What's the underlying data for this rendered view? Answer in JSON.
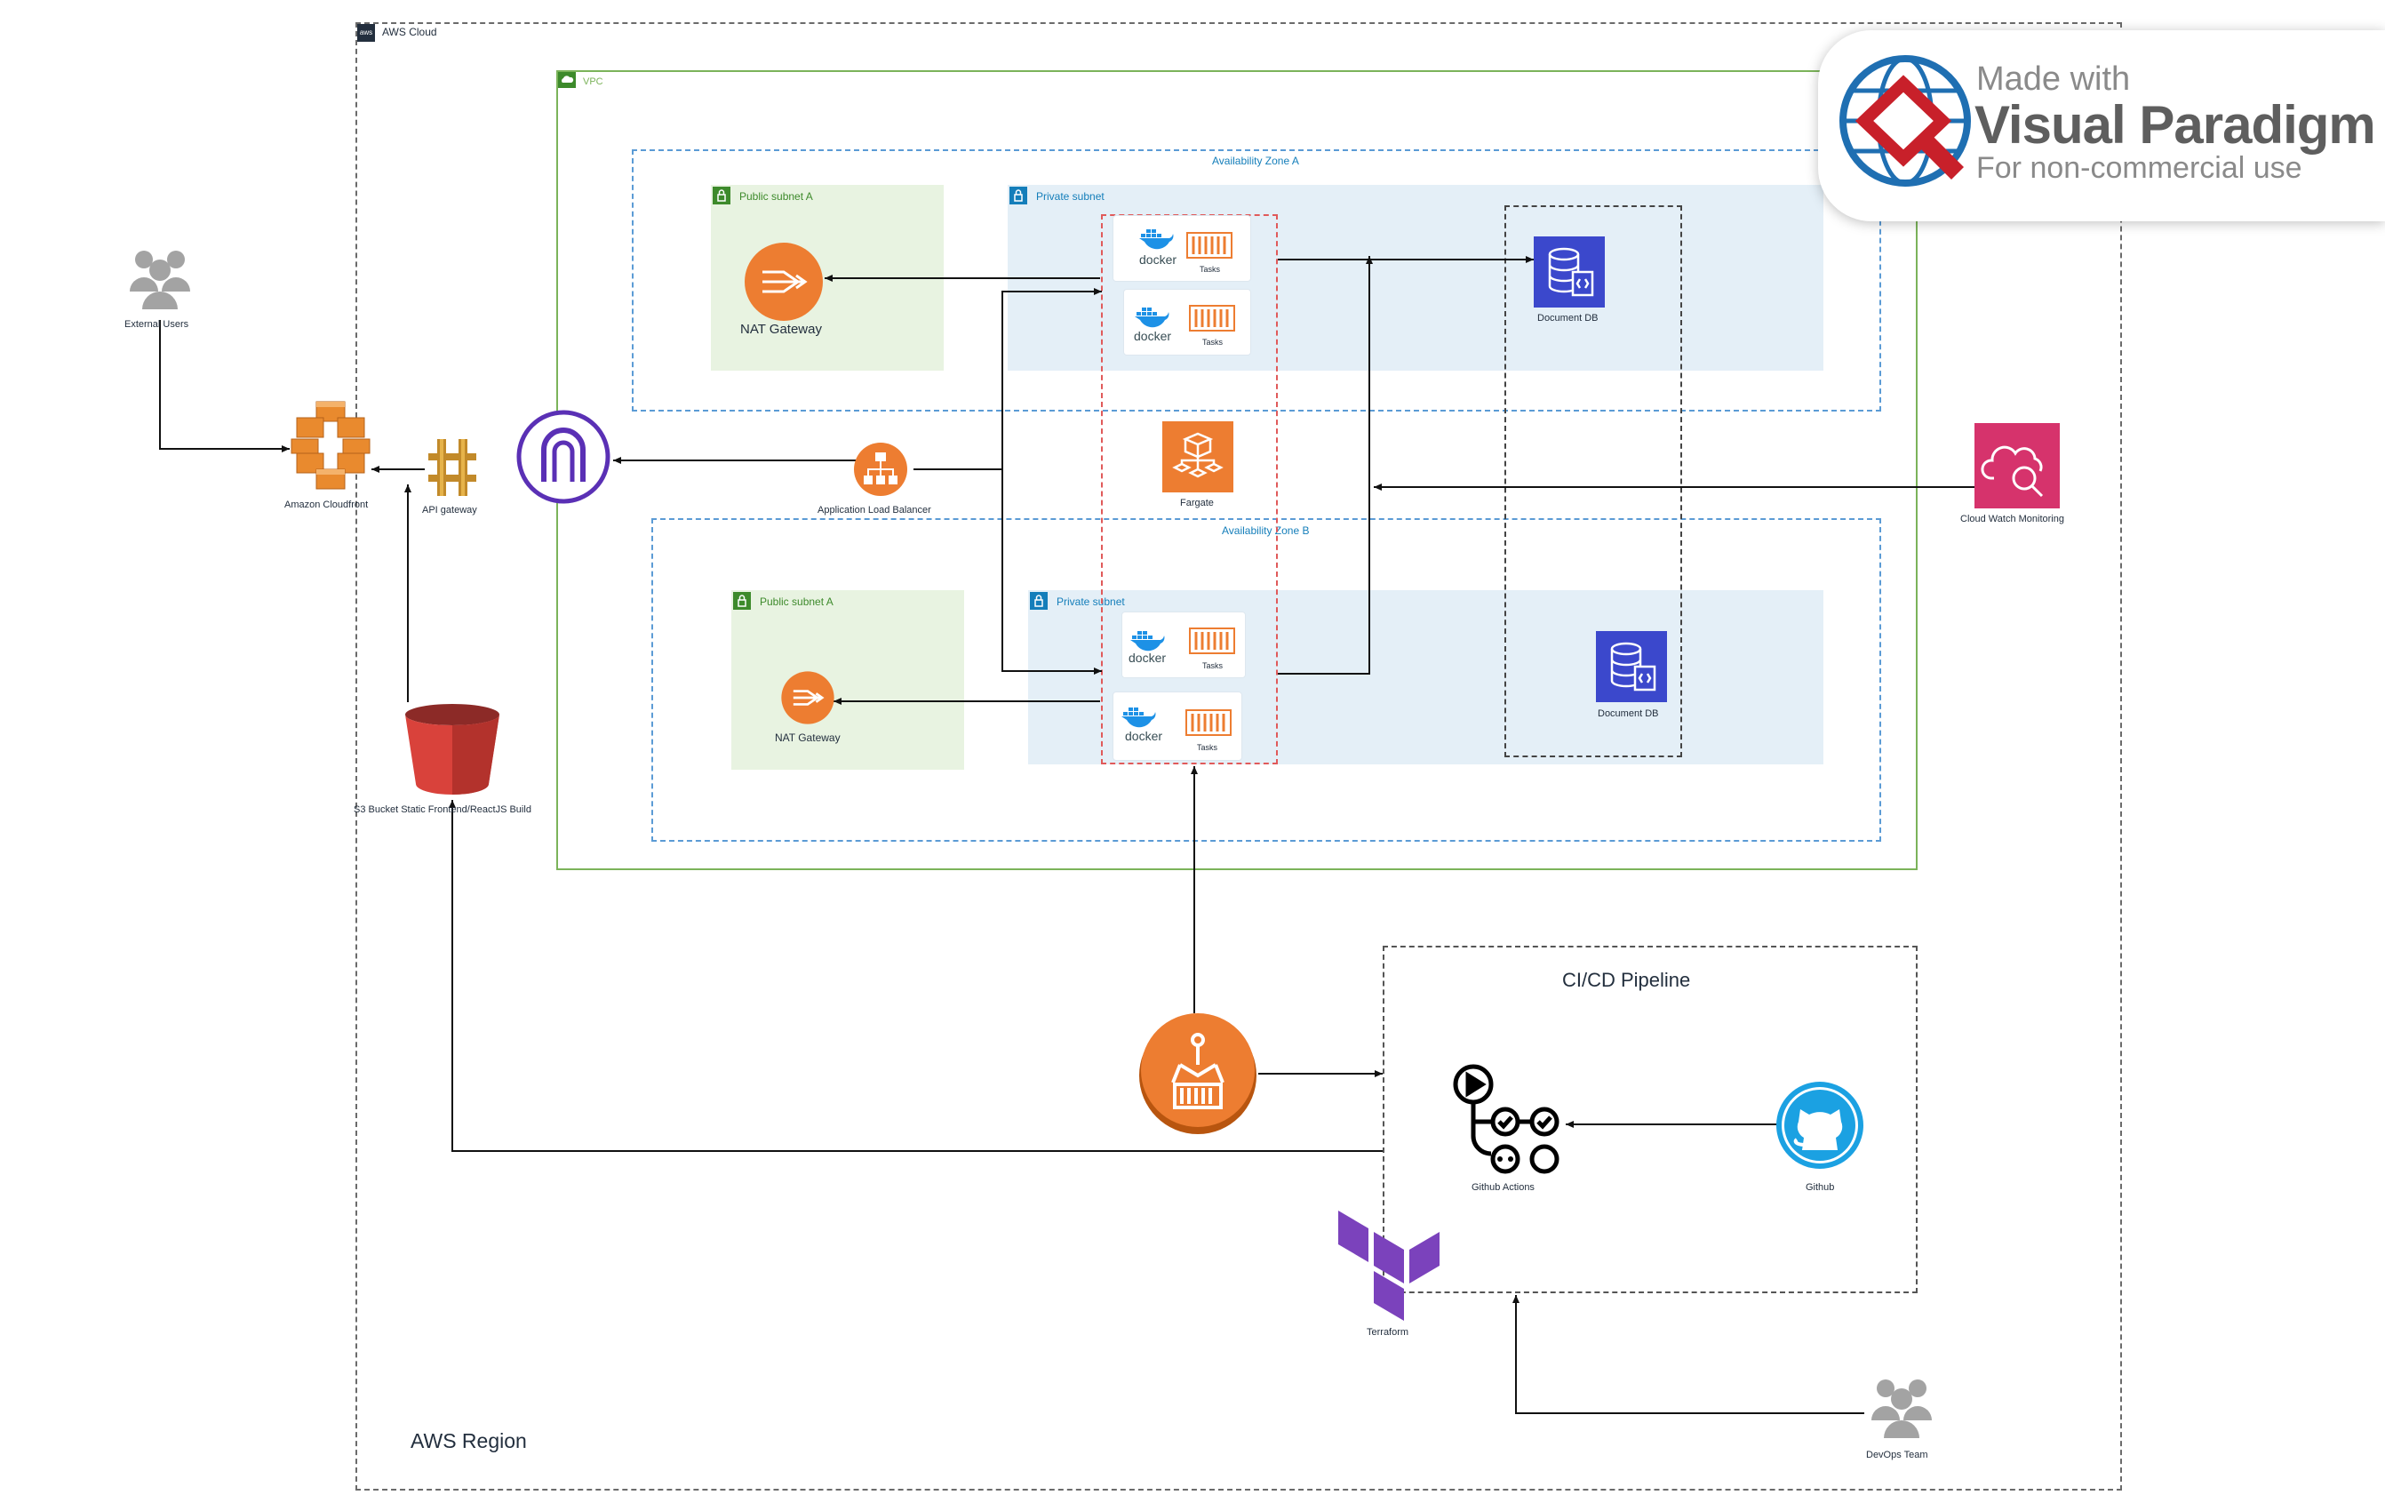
{
  "cloud": {
    "title": "AWS Cloud",
    "region_label": "AWS Region"
  },
  "vpc": {
    "title": "VPC"
  },
  "zone_a": {
    "title": "Availability Zone A",
    "public_subnet": "Public subnet A",
    "private_subnet": "Private subnet",
    "nat_label": "NAT Gateway",
    "tasks": [
      "Tasks",
      "Tasks"
    ],
    "db_label": "Document DB"
  },
  "zone_b": {
    "title": "Availability Zone B",
    "public_subnet": "Public subnet A",
    "private_subnet": "Private subnet",
    "nat_label": "NAT Gateway",
    "tasks": [
      "Tasks",
      "Tasks"
    ],
    "db_label": "Document DB"
  },
  "nodes": {
    "external_users": "External Users",
    "cloudfront": "Amazon Cloudfront",
    "api_gateway": "API gateway",
    "alb": "Application Load Balancer",
    "fargate": "Fargate",
    "cloudwatch": "Cloud Watch Monitoring",
    "s3": "S3 Bucket Static Frontend/ReactJS Build",
    "terraform": "Terraform",
    "devops": "DevOps Team",
    "github_actions": "Github Actions",
    "github": "Github"
  },
  "docker_word": "docker",
  "cicd": {
    "title": "CI/CD Pipeline"
  },
  "watermark": {
    "line1": "Made with",
    "line2": "Visual Paradigm",
    "line3": "For non-commercial use"
  },
  "colors": {
    "orange": "#ed7d31",
    "purple": "#5a30b5",
    "db_blue": "#3b48cc",
    "pink": "#d6336c",
    "s3_red": "#d9423b",
    "github_blue": "#1ba1e2",
    "terraform": "#7b42bc"
  }
}
